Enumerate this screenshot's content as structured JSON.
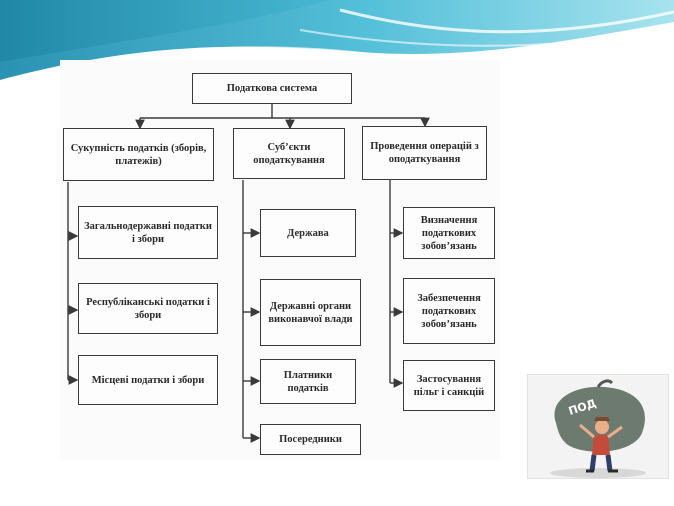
{
  "diagram": {
    "root": "Податкова система",
    "branch1": {
      "title": "Сукупність податків (зборів, платежів)",
      "items": [
        "Загальнодержавні податки і збори",
        "Республіканські податки і збори",
        "Місцеві податки і збори"
      ]
    },
    "branch2": {
      "title": "Суб’єкти оподаткування",
      "items": [
        "Держава",
        "Державні органи виконавчої влади",
        "Платники податків",
        "Посередники"
      ]
    },
    "branch3": {
      "title": "Проведення операцій з оподаткування",
      "items": [
        "Визначення податкових зобов’язань",
        "Забезпечення податкових зобов’язань",
        "Застосування пільг і санкцій"
      ]
    }
  },
  "illustration": {
    "bag_label": "ПОД"
  },
  "colors": {
    "banner_dark": "#1a7f9e",
    "banner_light": "#7fd3e6",
    "line": "#3a3a3a"
  }
}
